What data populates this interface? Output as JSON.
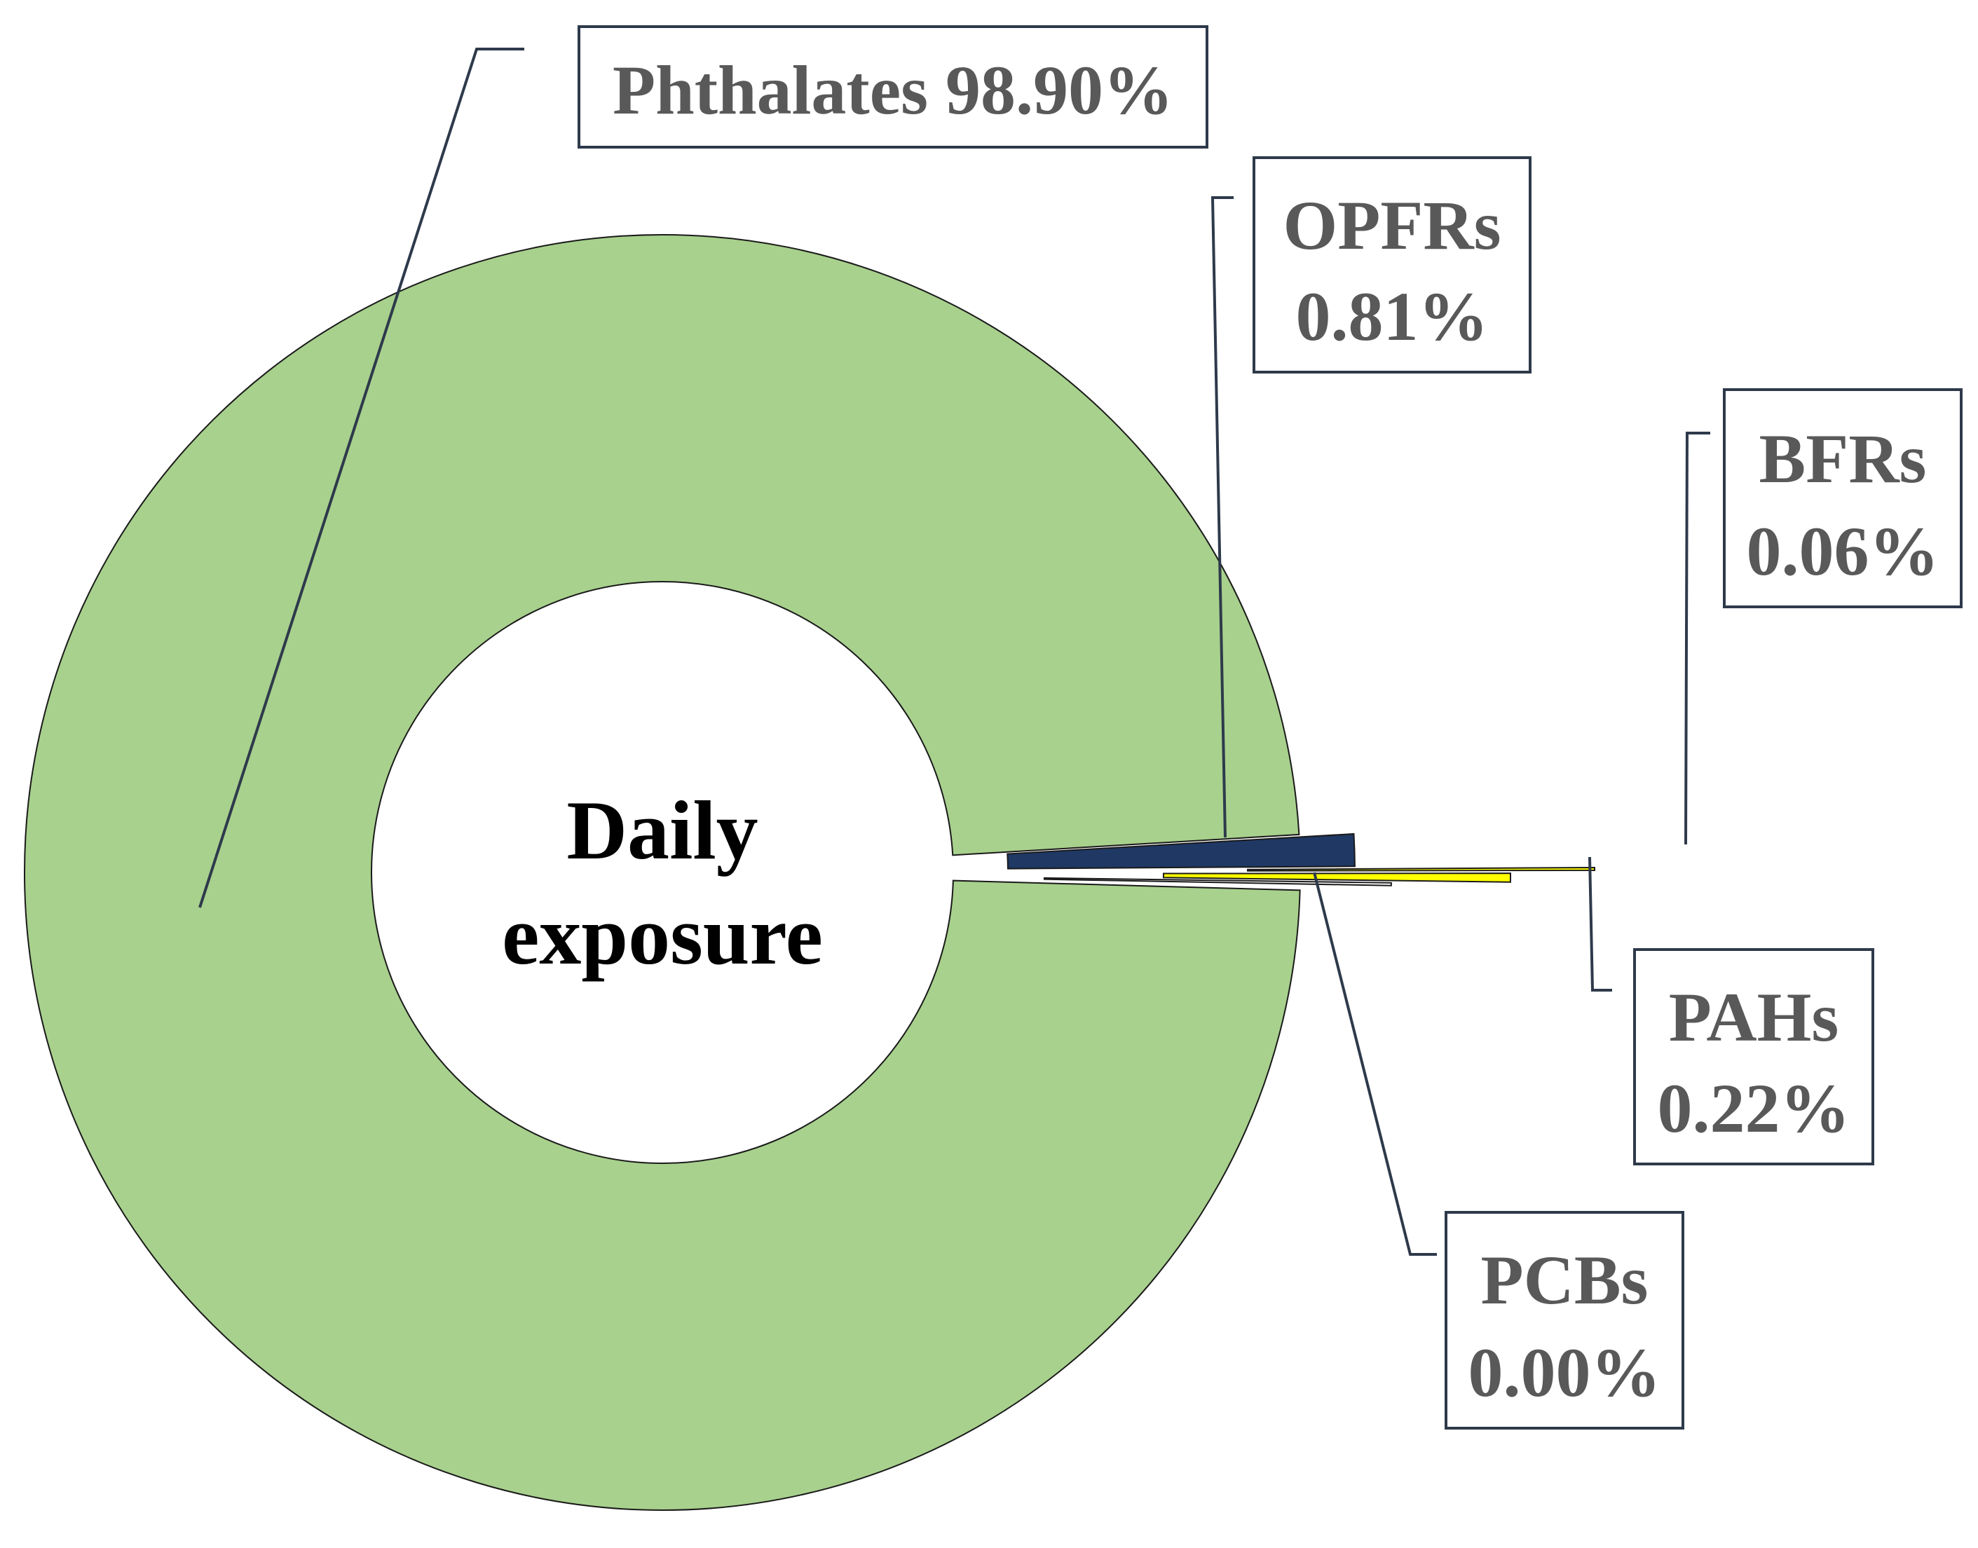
{
  "chart_data": {
    "type": "pie",
    "style": "donut-exploded",
    "center_label": [
      "Daily",
      "exposure"
    ],
    "slices": [
      {
        "name": "Phthalates",
        "value": 98.9,
        "label": "Phthalates 98.90%",
        "color": "#a8d18d",
        "exploded": false
      },
      {
        "name": "OPFRs",
        "value": 0.81,
        "label": [
          "OPFRs",
          "0.81%"
        ],
        "color": "#1f3864",
        "exploded": true
      },
      {
        "name": "BFRs",
        "value": 0.06,
        "label": [
          "BFRs",
          "0.06%"
        ],
        "color": "#ffff00",
        "exploded": true
      },
      {
        "name": "PAHs",
        "value": 0.22,
        "label": [
          "PAHs",
          "0.22%"
        ],
        "color": "#ffff00",
        "exploded": true
      },
      {
        "name": "PCBs",
        "value": 0.0,
        "label": [
          "PCBs",
          "0.00%"
        ],
        "color": "#ffffff",
        "exploded": true
      }
    ]
  }
}
